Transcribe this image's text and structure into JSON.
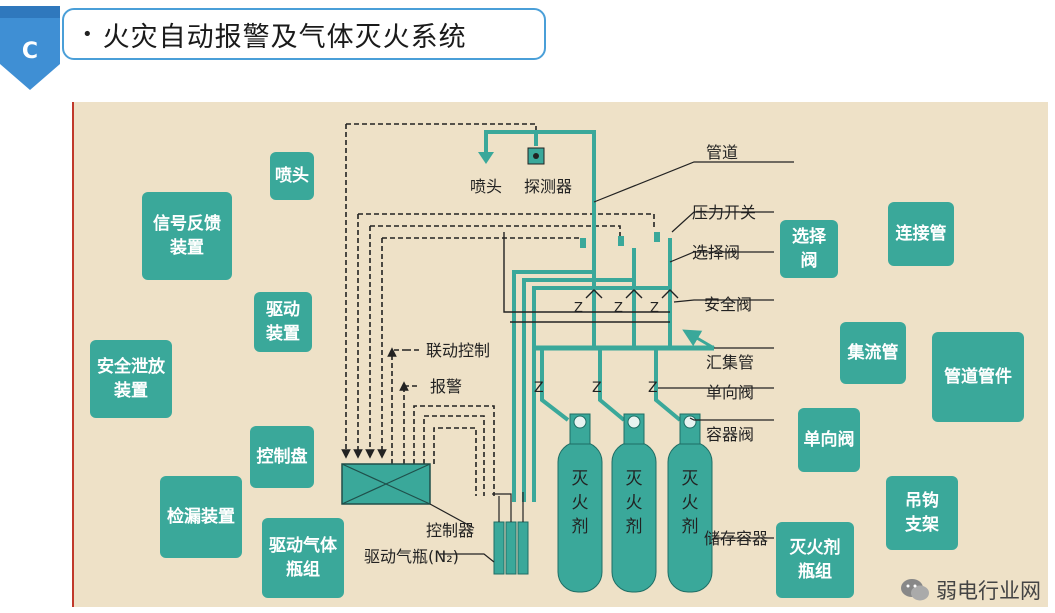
{
  "header": {
    "badge_letter": "C",
    "bullet": "•",
    "title": "火灾自动报警及气体灭火系统"
  },
  "labels": {
    "nozzle": "喷头",
    "signal_feedback": "信号反馈\n装置",
    "drive_device": "驱动\n装置",
    "safety_relief": "安全泄放\n装置",
    "control_panel": "控制盘",
    "leak_detection": "检漏装置",
    "drive_gas_bottle": "驱动气体\n瓶组",
    "selector_valve": "选择阀",
    "connecting_pipe": "连接管",
    "manifold": "集流管",
    "pipe_fittings": "管道管件",
    "check_valve": "单向阀",
    "hanger_bracket": "吊钩\n支架",
    "agent_bottle_group": "灭火剂\n瓶组"
  },
  "diagram": {
    "nozzle": "喷头",
    "detector": "探测器",
    "pipeline": "管道",
    "pressure_switch": "压力开关",
    "selector_valve": "选择阀",
    "safety_valve": "安全阀",
    "manifold": "汇集管",
    "check_valve": "单向阀",
    "container_valve": "容器阀",
    "storage_container": "储存容器",
    "linkage_control": "联动控制",
    "alarm": "报警",
    "controller": "控制器",
    "drive_bottle": "驱动气瓶(N₂)",
    "agent_char_1": "灭",
    "agent_char_2": "火",
    "agent_char_3": "剂"
  },
  "watermark": {
    "text": "弱电行业网"
  },
  "colors": {
    "panel_bg": "#eee1c7",
    "label_bg": "#3aa89a",
    "pipe": "#3aa89a",
    "badge": "#3f8fd4"
  }
}
